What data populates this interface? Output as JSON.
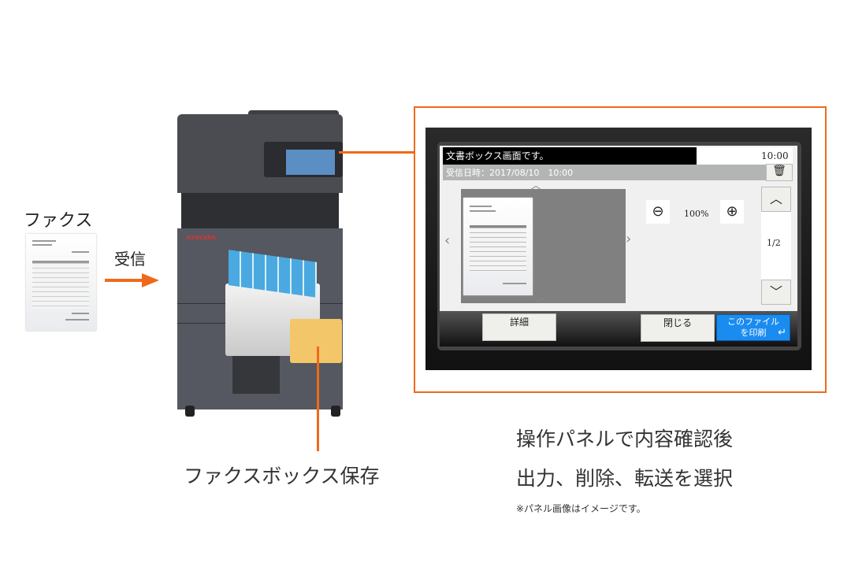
{
  "fax": {
    "label": "ファクス",
    "receive_label": "受信"
  },
  "printer": {
    "brand": "KYOCERA"
  },
  "caption_left": "ファクスボックス保存",
  "caption_right": {
    "line1": "操作パネルで内容確認後",
    "line2": "出力、削除、転送を選択",
    "note": "※パネル画像はイメージです。"
  },
  "panel": {
    "title": "文書ボックス画面です。",
    "clock": "10:00",
    "received": "受信日時：2017/08/10　10:00",
    "zoom": "100%",
    "page": "1/2",
    "details_button": "詳細",
    "close_button": "閉じる",
    "print_button_line1": "このファイル",
    "print_button_line2": "を印刷"
  },
  "colors": {
    "accent": "#ee6a1a",
    "print_button": "#1a8cf0"
  }
}
